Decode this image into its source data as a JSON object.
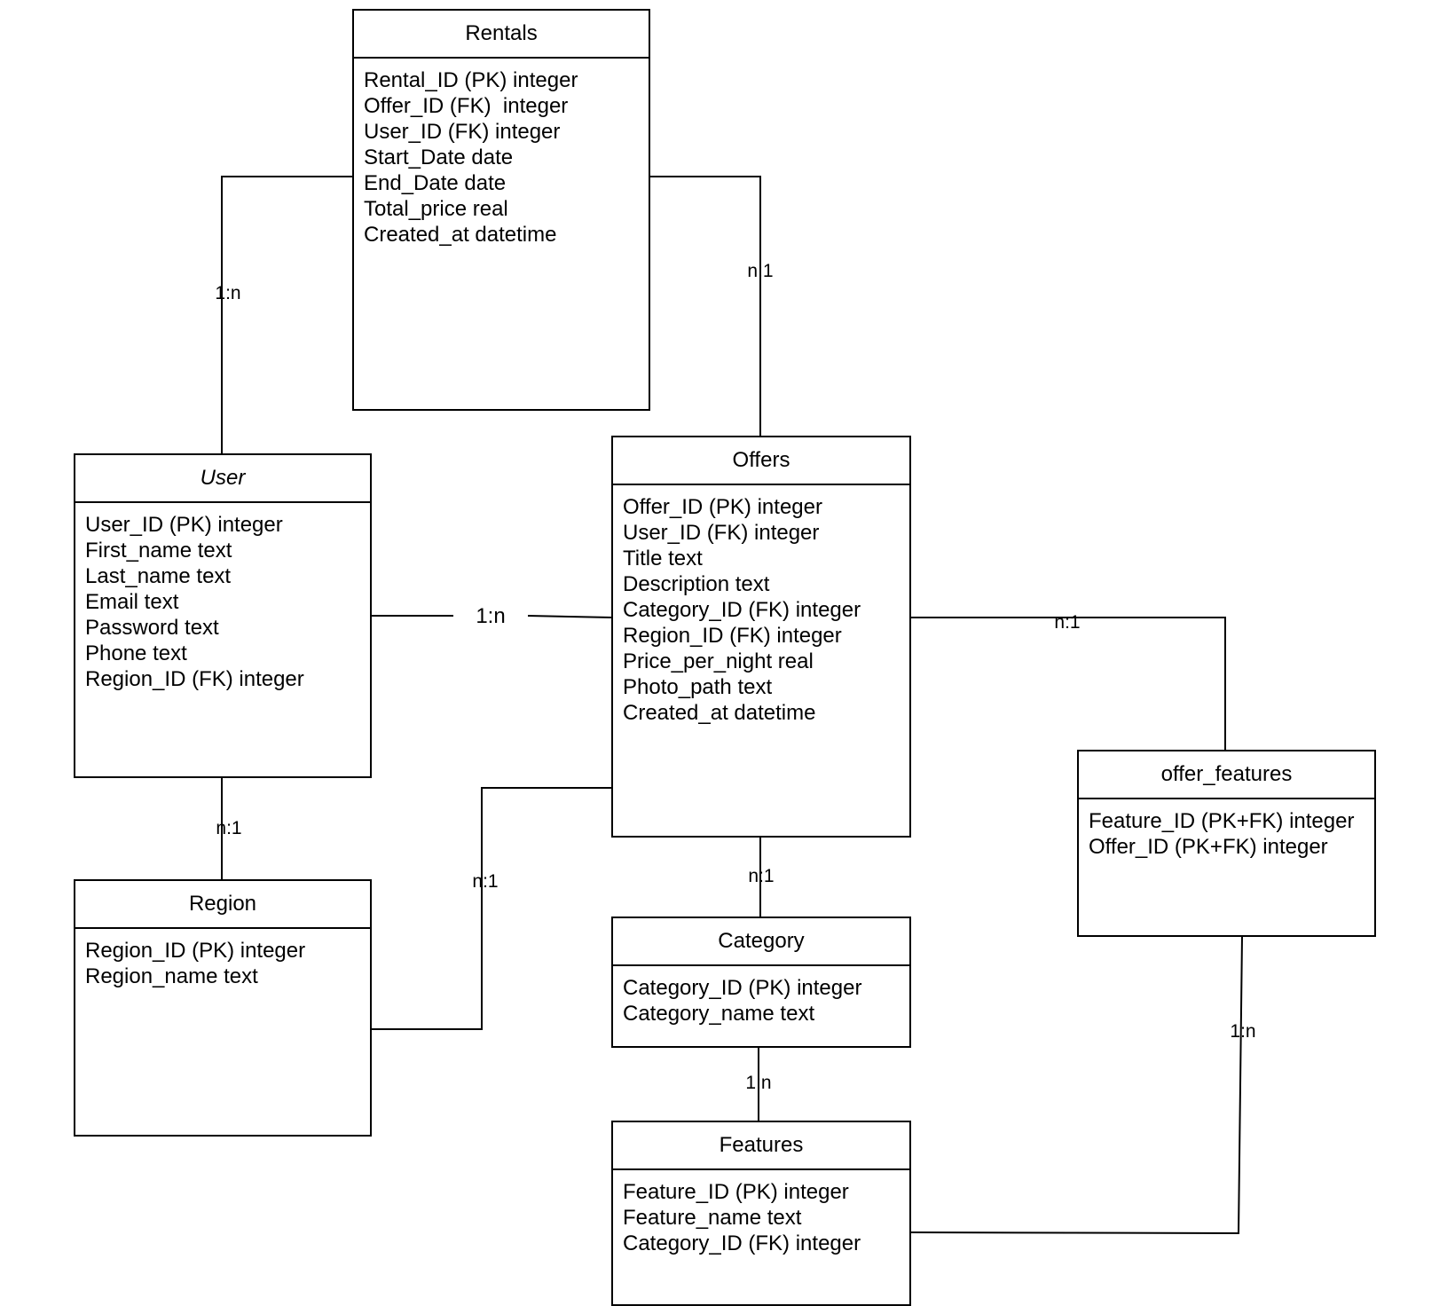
{
  "entities": {
    "rentals": {
      "title": "Rentals",
      "attributes": [
        "Rental_ID (PK) integer",
        "Offer_ID (FK)  integer",
        "User_ID (FK) integer",
        "Start_Date date",
        "End_Date date",
        "Total_price real",
        "Created_at datetime"
      ]
    },
    "user": {
      "title": "User",
      "attributes": [
        "User_ID (PK) integer",
        "First_name text",
        "Last_name text",
        "Email text",
        "Password text",
        "Phone text",
        "Region_ID (FK) integer"
      ]
    },
    "offers": {
      "title": "Offers",
      "attributes": [
        "Offer_ID (PK) integer",
        "User_ID (FK) integer",
        "Title text",
        "Description text",
        "Category_ID (FK) integer",
        "Region_ID (FK) integer",
        "Price_per_night real",
        "Photo_path text",
        "Created_at datetime"
      ]
    },
    "offer_features": {
      "title": "offer_features",
      "attributes": [
        "Feature_ID (PK+FK) integer",
        "Offer_ID (PK+FK) integer"
      ]
    },
    "region": {
      "title": "Region",
      "attributes": [
        "Region_ID (PK) integer",
        "Region_name text"
      ]
    },
    "category": {
      "title": "Category",
      "attributes": [
        "Category_ID (PK) integer",
        "Category_name text"
      ]
    },
    "features": {
      "title": "Features",
      "attributes": [
        "Feature_ID (PK) integer",
        "Feature_name text",
        "Category_ID (FK) integer"
      ]
    }
  },
  "relationships": {
    "user_rentals": "1:n",
    "rentals_offers": "n:1",
    "user_offers": "1:n",
    "offers_offer_features": "n:1",
    "user_region": "n:1",
    "offers_region": "n:1",
    "offers_category": "n:1",
    "category_features": "1:n",
    "offer_features_features": "1:n"
  }
}
